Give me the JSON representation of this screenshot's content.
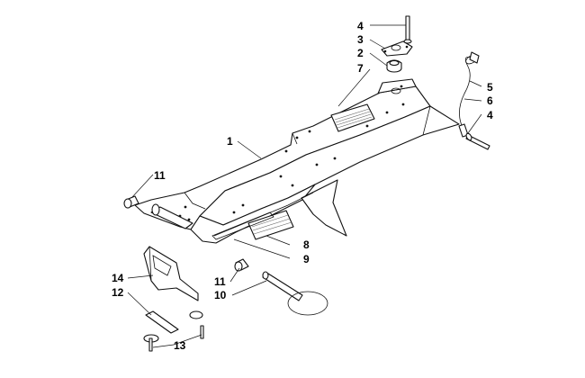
{
  "callouts": [
    {
      "id": "c1",
      "label": "1"
    },
    {
      "id": "c2",
      "label": "2"
    },
    {
      "id": "c3",
      "label": "3"
    },
    {
      "id": "c4a",
      "label": "4"
    },
    {
      "id": "c4b",
      "label": "4"
    },
    {
      "id": "c5",
      "label": "5"
    },
    {
      "id": "c6",
      "label": "6"
    },
    {
      "id": "c7",
      "label": "7"
    },
    {
      "id": "c8",
      "label": "8"
    },
    {
      "id": "c9",
      "label": "9"
    },
    {
      "id": "c10",
      "label": "10"
    },
    {
      "id": "c11a",
      "label": "11"
    },
    {
      "id": "c11b",
      "label": "11"
    },
    {
      "id": "c12",
      "label": "12"
    },
    {
      "id": "c13",
      "label": "13"
    },
    {
      "id": "c14",
      "label": "14"
    }
  ]
}
